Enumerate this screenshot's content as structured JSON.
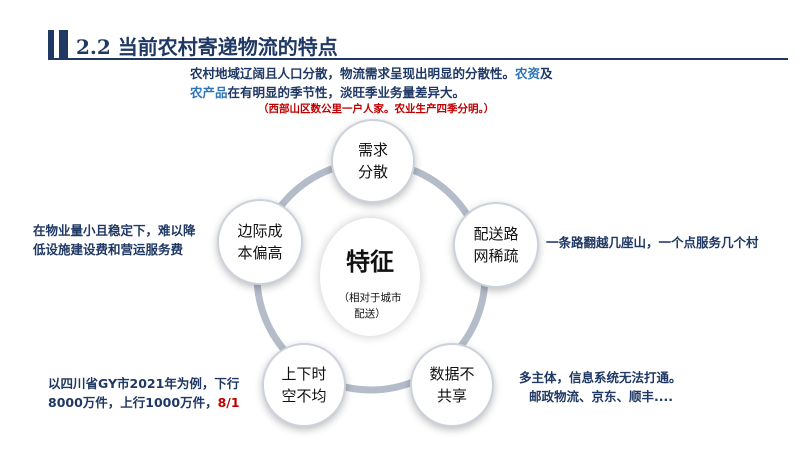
{
  "title": "2.2 当前农村寄递物流的特点",
  "top_note": {
    "line1_text": "农村地域辽阔且人口分散，物流需求呈现出明显的分散性。",
    "line1_highlight": "农资",
    "line1_tail": "及",
    "line2_highlight": "农产品",
    "line2_text": "在有明显的季节性，淡旺季业务量差异大。",
    "sub": "（西部山区数公里一户人家。农业生产四季分明。）"
  },
  "center": {
    "label": "特征",
    "sub_line1": "（相对于城市",
    "sub_line2": "配送）"
  },
  "nodes": [
    {
      "line1": "需求",
      "line2": "分散"
    },
    {
      "line1": "配送路",
      "line2": "网稀疏"
    },
    {
      "line1": "数据不",
      "line2": "共享"
    },
    {
      "line1": "上下时",
      "line2": "空不均"
    },
    {
      "line1": "边际成",
      "line2": "本偏高"
    }
  ],
  "right_note": "一条路翻越几座山，一个点服务几个村",
  "bottom_right_note": {
    "line1": "多主体，信息系统无法打通。",
    "line2": "邮政物流、京东、顺丰...."
  },
  "bottom_left_note": {
    "line1": "以四川省GY市2021年为例，下行",
    "line2_text": "8000万件，上行1000万件，",
    "line2_ratio": "8/1"
  },
  "left_note": {
    "line1": "在物业量小且稳定下，难以降",
    "line2": "低设施建设费和营运服务费"
  },
  "colors": {
    "navy": "#1f3864",
    "red": "#c00000",
    "highlight_blue": "#2e75b6",
    "ring": "#b4bcc9"
  }
}
